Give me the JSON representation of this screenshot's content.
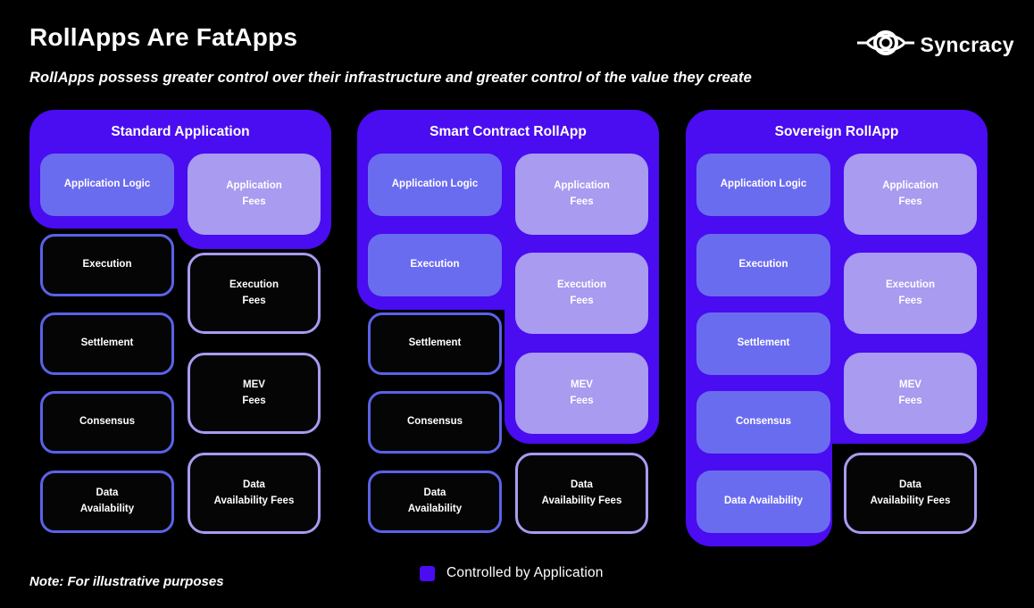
{
  "title": "RollApps Are FatApps",
  "subtitle": "RollApps possess greater control over their infrastructure and greater control of the value they create",
  "logo": {
    "brand": "Syncracy"
  },
  "note": "Note: For illustrative purposes",
  "legend": {
    "label": "Controlled by Application",
    "swatch_color": "#4a0cf0"
  },
  "colors": {
    "background": "#000000",
    "container_purple": "#4a0cf0",
    "controlled_layer_fill": "#6a6cf0",
    "controlled_fee_fill": "#a89bf0",
    "layer_outline": "#5a62e8",
    "fee_outline": "#a89bf0",
    "text": "#ffffff"
  },
  "columns": [
    {
      "header": "Standard Application",
      "layers": [
        {
          "label": "Application Logic",
          "controlled": true
        },
        {
          "label": "Execution",
          "controlled": false
        },
        {
          "label": "Settlement",
          "controlled": false
        },
        {
          "label": "Consensus",
          "controlled": false
        },
        {
          "label": "Data\nAvailability",
          "controlled": false
        }
      ],
      "fees": [
        {
          "label": "Application\nFees",
          "controlled": true
        },
        {
          "label": "Execution\nFees",
          "controlled": false
        },
        {
          "label": "MEV\nFees",
          "controlled": false
        },
        {
          "label": "Data\nAvailability Fees",
          "controlled": false
        }
      ]
    },
    {
      "header": "Smart Contract RollApp",
      "layers": [
        {
          "label": "Application Logic",
          "controlled": true
        },
        {
          "label": "Execution",
          "controlled": true
        },
        {
          "label": "Settlement",
          "controlled": false
        },
        {
          "label": "Consensus",
          "controlled": false
        },
        {
          "label": "Data\nAvailability",
          "controlled": false
        }
      ],
      "fees": [
        {
          "label": "Application\nFees",
          "controlled": true
        },
        {
          "label": "Execution\nFees",
          "controlled": true
        },
        {
          "label": "MEV\nFees",
          "controlled": true
        },
        {
          "label": "Data\nAvailability Fees",
          "controlled": false
        }
      ]
    },
    {
      "header": "Sovereign RollApp",
      "layers": [
        {
          "label": "Application Logic",
          "controlled": true
        },
        {
          "label": "Execution",
          "controlled": true
        },
        {
          "label": "Settlement",
          "controlled": true
        },
        {
          "label": "Consensus",
          "controlled": true
        },
        {
          "label": "Data Availability",
          "controlled": true
        }
      ],
      "fees": [
        {
          "label": "Application\nFees",
          "controlled": true
        },
        {
          "label": "Execution\nFees",
          "controlled": true
        },
        {
          "label": "MEV\nFees",
          "controlled": true
        },
        {
          "label": "Data\nAvailability Fees",
          "controlled": false
        }
      ]
    }
  ]
}
